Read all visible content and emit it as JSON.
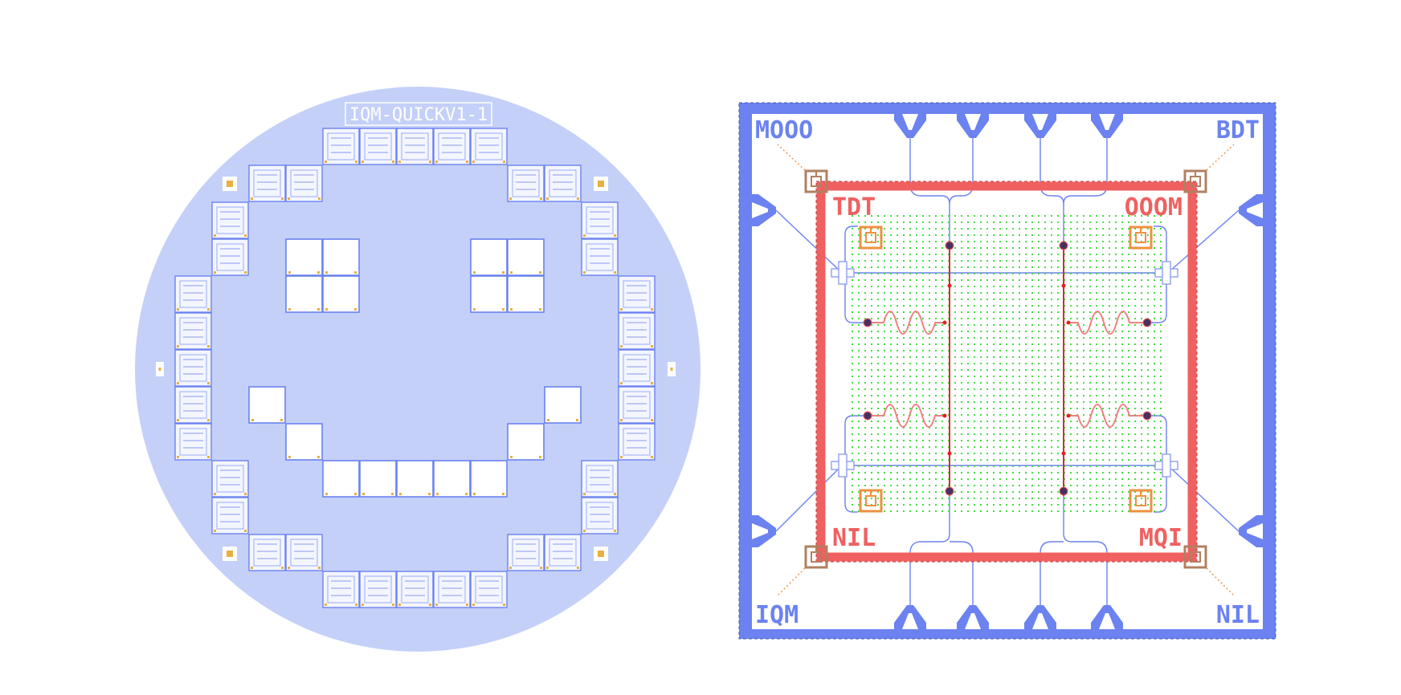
{
  "wafer": {
    "title": "IQM-QUICKV1-1",
    "colors": {
      "wafer_fill": "#c4d0f8",
      "chip_outline": "#6b82f0",
      "chip_fill": "#ffffff",
      "marker": "#e8b040"
    }
  },
  "chip": {
    "labels": {
      "outer_top_left": "MOOO",
      "outer_top_right": "BDT",
      "outer_bottom_left": "IQM",
      "outer_bottom_right": "NIL",
      "inner_top_left": "TDT",
      "inner_top_right": "OOOM",
      "inner_bottom_left": "NIL",
      "inner_bottom_right": "MQI"
    },
    "colors": {
      "ground_frame": "#6b82f0",
      "flip_frame": "#f06060",
      "dot_grid": "#44dd44",
      "resonator": "#f08080",
      "orange_marker": "#f09040",
      "brown_marker": "#b08060",
      "feed_line": "#6b82f0"
    }
  }
}
